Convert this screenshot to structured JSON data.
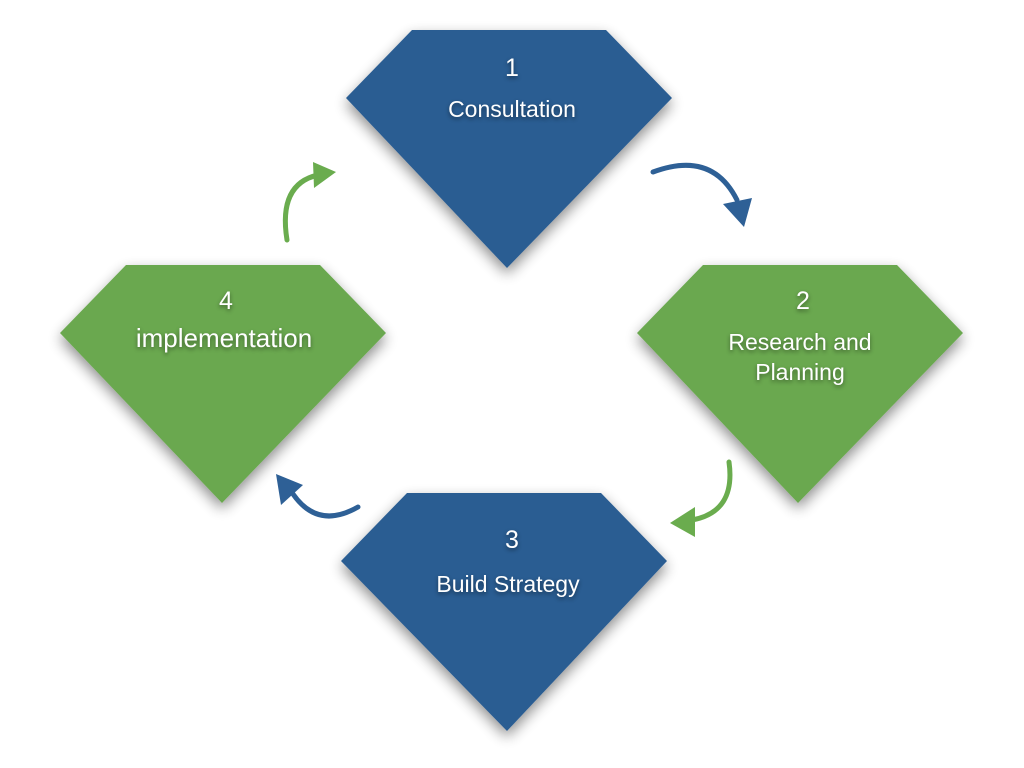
{
  "colors": {
    "blue": "#2c5d92",
    "green": "#6aa84f",
    "blue_arrow": "#2e6096",
    "green_arrow": "#6aac4e"
  },
  "steps": [
    {
      "number": "1",
      "title": "Consultation",
      "color": "blue"
    },
    {
      "number": "2",
      "title": "Research and Planning",
      "title_lines": [
        "Research and",
        "Planning"
      ],
      "color": "green"
    },
    {
      "number": "3",
      "title": "Build Strategy",
      "color": "blue"
    },
    {
      "number": "4",
      "title": "implementation",
      "color": "green"
    }
  ],
  "arrows": [
    {
      "from": "1",
      "to": "2",
      "color": "blue"
    },
    {
      "from": "2",
      "to": "3",
      "color": "green"
    },
    {
      "from": "3",
      "to": "4",
      "color": "blue"
    },
    {
      "from": "4",
      "to": "1",
      "color": "green"
    }
  ]
}
